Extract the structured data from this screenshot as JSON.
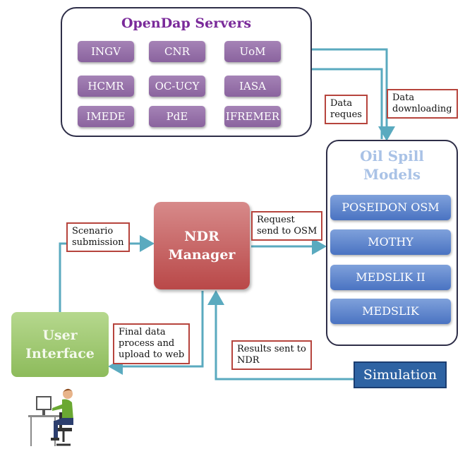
{
  "servers": {
    "title": "OpenDap Servers",
    "items": [
      "INGV",
      "CNR",
      "UoM",
      "HCMR",
      "OC-UCY",
      "IASA",
      "IMEDE",
      "PdE",
      "IFREMER"
    ]
  },
  "models": {
    "title_line1": "Oil Spill",
    "title_line2": "Models",
    "items": [
      "POSEIDON OSM",
      "MOTHY",
      "MEDSLIK II",
      "MEDSLIK"
    ]
  },
  "ndr": {
    "line1": "NDR",
    "line2": "Manager"
  },
  "user_interface": {
    "line1": "User",
    "line2": "Interface"
  },
  "simulation": {
    "label": "Simulation"
  },
  "labels": {
    "data_request": [
      "Data",
      "reques"
    ],
    "data_downloading": [
      "Data",
      "downloading"
    ],
    "scenario_submission": [
      "Scenario",
      "submission"
    ],
    "request_send": [
      "Request",
      "send to OSM"
    ],
    "final_data": [
      "Final data",
      "process and",
      "upload to web"
    ],
    "results_sent": [
      "Results sent to",
      "NDR"
    ]
  },
  "colors": {
    "arrow": "#5aaabf",
    "note_border": "#b6443d",
    "server_fill": "#9470a8",
    "model_fill": "#5a80c8",
    "ndr_fill": "#c45a5a",
    "ui_fill": "#9cc46a",
    "simulation_fill": "#2e63a3"
  },
  "icons": {
    "user": "person-at-computer-icon"
  }
}
